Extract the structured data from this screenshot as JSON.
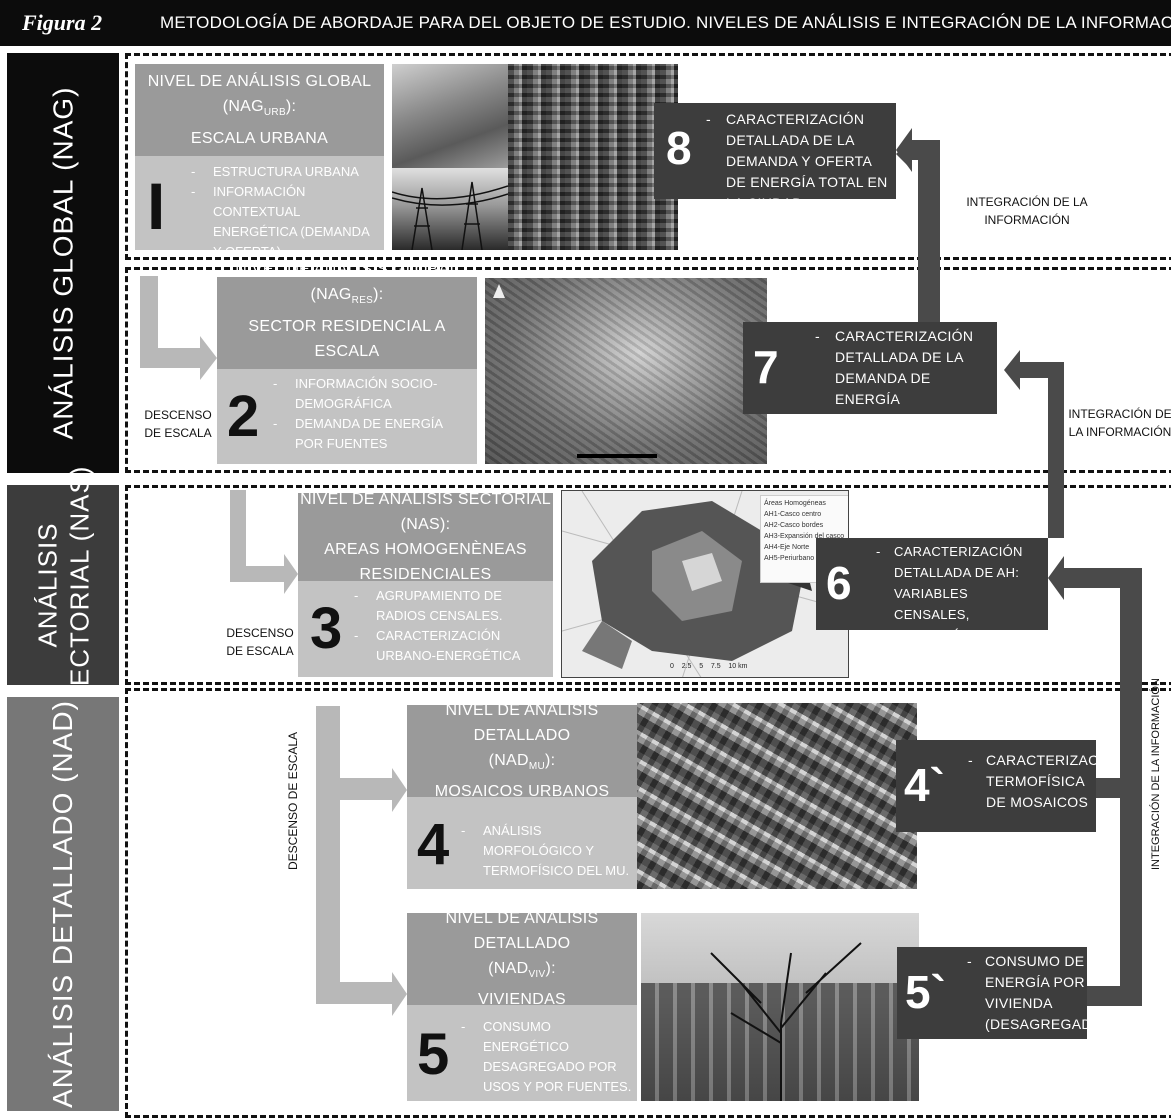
{
  "header": {
    "figure_label": "Figura 2",
    "title": "METODOLOGÍA DE ABORDAJE PARA DEL OBJETO DE ESTUDIO. NIVELES DE ANÁLISIS E INTEGRACIÓN DE LA INFORMACIÓN."
  },
  "sides": {
    "nag": "ANÁLISIS GLOBAL (NAG)",
    "nas_line1": "ANÁLISIS",
    "nas_line2": "SECTORIAL (NAS)",
    "nad": "ANÁLISIS DETALLADO (NAD)"
  },
  "levels": {
    "l1": {
      "title_line1": "NIVEL DE ANÁLISIS GLOBAL",
      "title_line2_base": "(NAG",
      "title_line2_sub": "URB",
      "title_line2_end": "):",
      "title_line3": "ESCALA URBANA",
      "number": "I",
      "items": [
        "ESTRUCTURA URBANA",
        "INFORMACIÓN CONTEXTUAL ENERGÉTICA (DEMANDA Y OFERTA)"
      ]
    },
    "l2": {
      "title_line1_base": "NIVEL DE ANÁLISIS GLOBAL (NAG",
      "title_line1_sub": "RES",
      "title_line1_end": "):",
      "title_line2": "SECTOR RESIDENCIAL A ESCALA",
      "title_line3": "URBANA",
      "number": "2",
      "items": [
        "INFORMACIÓN SOCIO-DEMOGRÁFICA",
        "DEMANDA DE ENERGÍA POR FUENTES"
      ]
    },
    "l3": {
      "title_line1": "NIVEL DE ANÁLISIS SECTORIAL (NAS):",
      "title_line2": "AREAS HOMOGENÈNEAS",
      "title_line3": "RESIDENCIALES",
      "number": "3",
      "items": [
        "AGRUPAMIENTO DE RADIOS CENSALES.",
        "CARACTERIZACIÓN URBANO-ENERGÉTICA"
      ]
    },
    "l4": {
      "title_line1": "NIVEL DE ANÁLISIS DETALLADO",
      "title_line2_base": "(NAD",
      "title_line2_sub": "MU",
      "title_line2_end": "):",
      "title_line3": "MOSAICOS URBANOS",
      "number": "4",
      "items": [
        "ANÁLISIS MORFOLÓGICO Y TERMOFÍSICO DEL MU."
      ]
    },
    "l5": {
      "title_line1": "NIVEL DE ANÁLISIS DETALLADO",
      "title_line2_base": "(NAD",
      "title_line2_sub": "VIV",
      "title_line2_end": "):",
      "title_line3": "VIVIENDAS",
      "number": "5",
      "items": [
        "CONSUMO ENERGÉTICO DESAGREGADO POR USOS Y POR FUENTES."
      ]
    }
  },
  "results": {
    "r8": {
      "number": "8",
      "text": "CARACTERIZACIÓN DETALLADA DE LA DEMANDA Y OFERTA DE ENERGÍA TOTAL EN LA CIUDAD"
    },
    "r7": {
      "number": "7",
      "text": "CARACTERIZACIÓN DETALLADA DE LA DEMANDA DE ENERGÍA RESIDENCIAL TOTAL"
    },
    "r6": {
      "number": "6",
      "text": "CARACTERIZACIÓN DETALLADA DE AH: VARIABLES CENSALES, MORFOLÓGICAS Y CONSUMO ENERGÉTICO DESAGREGADO"
    },
    "r4p": {
      "number": "4`",
      "text": "CARACTERIZACIÓN TERMOFÍSICA DE MOSAICOS"
    },
    "r5p": {
      "number": "5`",
      "text": "CONSUMO DE ENERGÍA POR VIVIENDA (DESAGREGADO)"
    }
  },
  "notes": {
    "integracion1": "INTEGRACIÓN DE LA INFORMACIÓN",
    "integracion2": "INTEGRACIÓN DE LA INFORMACIÓN",
    "integracion3": "INTEGRACIÓN DE LA INFORMACIÓN",
    "descenso2": "DESCENSO DE ESCALA",
    "descenso3": "DESCENSO DE ESCALA",
    "descenso45": "DESCENSO DE ESCALA"
  },
  "map": {
    "legend_title": "Áreas Homogéneas",
    "legend_items": [
      "AH1-Casco centro",
      "AH2-Casco bordes",
      "AH3-Expansión del casco",
      "AH4-Eje Norte",
      "AH5-Periurbano"
    ],
    "scale": [
      "0",
      "2.5",
      "5",
      "7.5",
      "10 km"
    ]
  }
}
